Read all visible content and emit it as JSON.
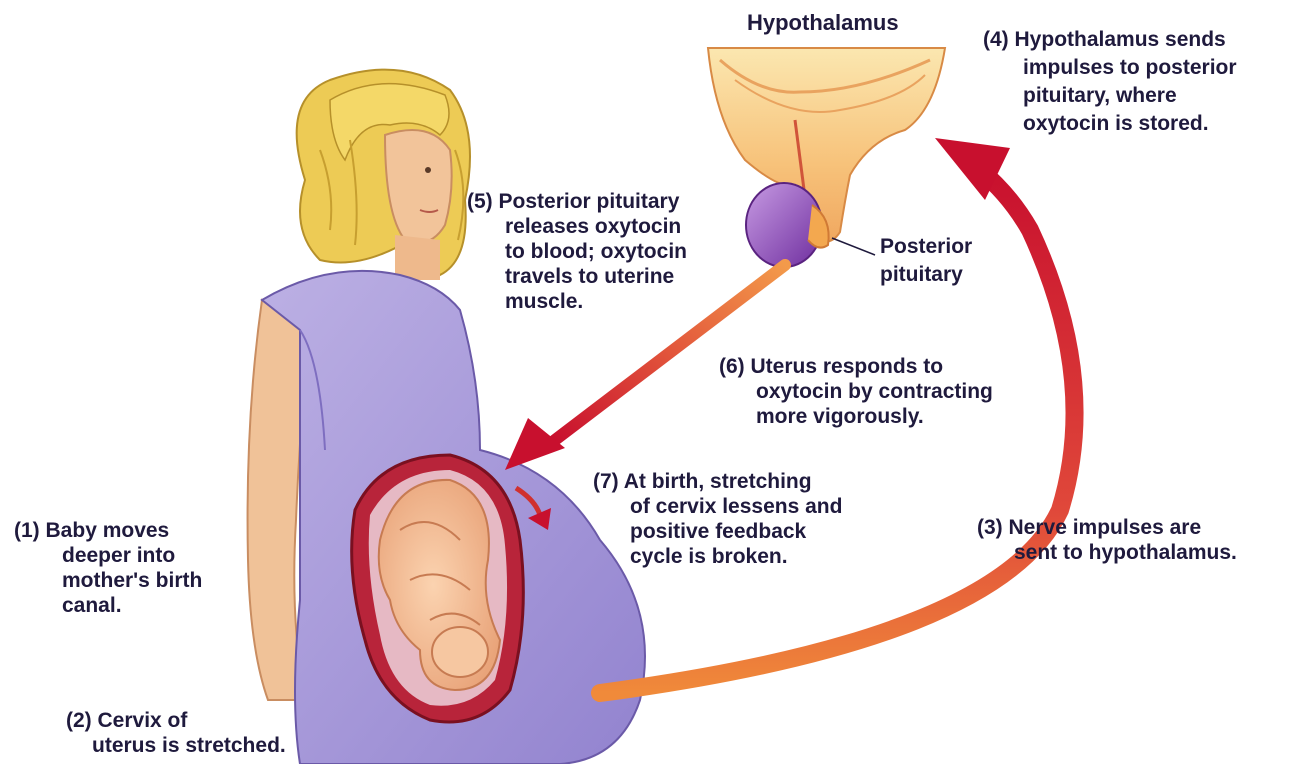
{
  "labels": {
    "hypothalamus": "Hypothalamus",
    "posterior_pituitary": [
      "Posterior",
      "pituitary"
    ],
    "steps": [
      {
        "num": "(1)",
        "lines": [
          "Baby moves",
          "deeper into",
          "mother's birth",
          "canal."
        ]
      },
      {
        "num": "(2)",
        "lines": [
          "Cervix of",
          "uterus is stretched."
        ]
      },
      {
        "num": "(3)",
        "lines": [
          "Nerve impulses are",
          "sent to hypothalamus."
        ]
      },
      {
        "num": "(4)",
        "lines": [
          "Hypothalamus sends",
          "impulses to posterior",
          "pituitary, where",
          "oxytocin is stored."
        ]
      },
      {
        "num": "(5)",
        "lines": [
          "Posterior pituitary",
          "releases oxytocin",
          "to blood; oxytocin",
          "travels to uterine",
          "muscle."
        ]
      },
      {
        "num": "(6)",
        "lines": [
          "Uterus responds to",
          "oxytocin by contracting",
          "more vigorously."
        ]
      },
      {
        "num": "(7)",
        "lines": [
          "At birth, stretching",
          "of cervix lessens and",
          "positive feedback",
          "cycle is broken."
        ]
      }
    ]
  },
  "colors": {
    "text": "#1f1a3d",
    "arrow_red": "#c8102e",
    "arrow_orange": "#e8762b",
    "dress": "#a99ad8",
    "hair": "#f0d060",
    "skin": "#f2c49a",
    "hypothalamus": "#f7c77d",
    "pituitary": "#9b59c4",
    "uterus": "#b8243a",
    "fetus": "#f3b98f"
  }
}
